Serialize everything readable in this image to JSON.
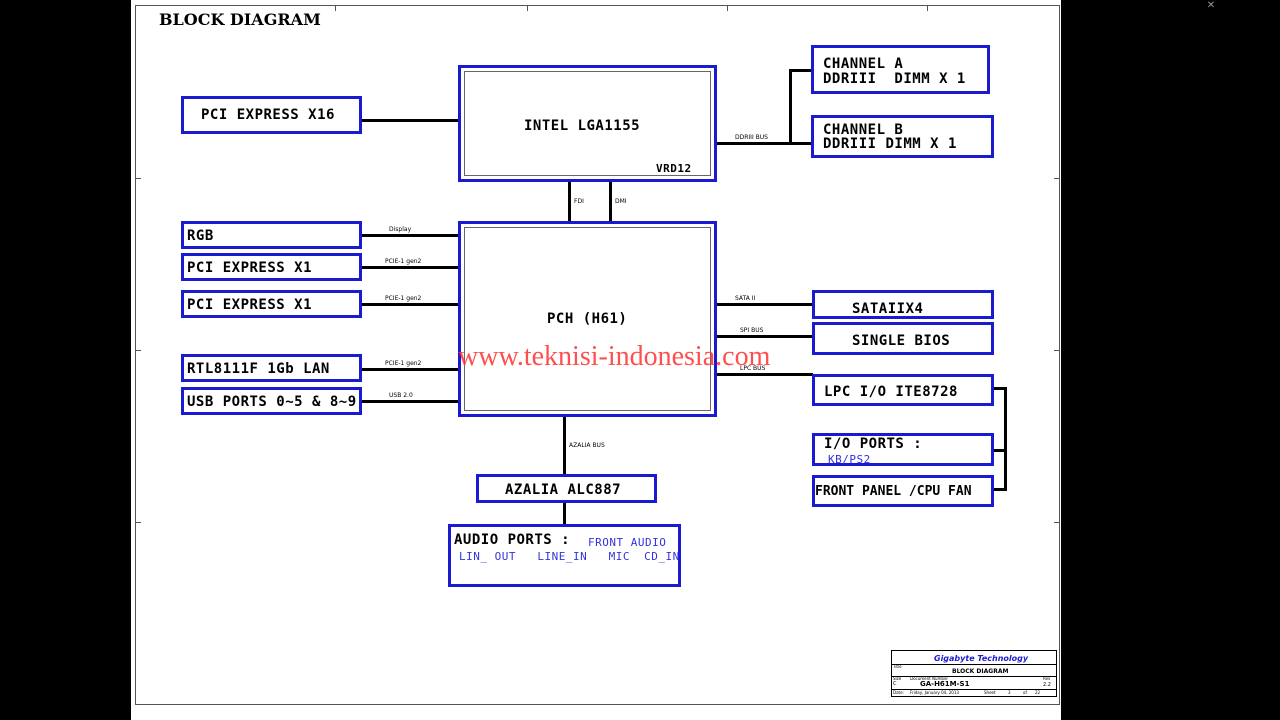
{
  "diagram": {
    "title": "BLOCK DIAGRAM",
    "watermark": "www.teknisi-indonesia.com",
    "cpu": {
      "label": "INTEL LGA1155",
      "sub": "VRD12"
    },
    "pch": {
      "label": "PCH (H61)"
    },
    "left_boxes": {
      "pcie16": "PCI EXPRESS X16",
      "rgb": "RGB",
      "pcie1a": "PCI EXPRESS X1",
      "pcie1b": "PCI EXPRESS X1",
      "lan": "RTL8111F 1Gb LAN",
      "usb": "USB PORTS 0~5 & 8~9"
    },
    "memory": {
      "chan_a_line1": "CHANNEL A",
      "chan_a_line2": "DDRIII  DIMM X 1",
      "chan_b_line1": "CHANNEL B",
      "chan_b_line2": "DDRIII DIMM X 1"
    },
    "right_boxes": {
      "sata": "SATAIIX4",
      "bios": "SINGLE BIOS",
      "lpc": "LPC I/O ITE8728",
      "io_title": "I/O PORTS :",
      "io_sub": "KB/PS2",
      "front": "FRONT PANEL /CPU FAN"
    },
    "azalia": "AZALIA ALC887",
    "audio": {
      "title": "AUDIO PORTS :",
      "front": "FRONT AUDIO",
      "ports": "LIN_ OUT   LINE_IN   MIC  CD_IN"
    },
    "buses": {
      "ddr": "DDRIII BUS",
      "fdi": "FDI",
      "dmi": "DMI",
      "display": "Display",
      "pcie_a": "PCIE-1 gen2",
      "pcie_b": "PCIE-1 gen2",
      "pcie_c": "PCIE-1 gen2",
      "usb2": "USB 2.0",
      "sata2": "SATA II",
      "spi": "SPI BUS",
      "lpc": "LPC BUS",
      "azalia": "AZALIA BUS"
    },
    "titleblock": {
      "company": "Gigabyte Technology",
      "title_label": "Title",
      "title": "BLOCK DIAGRAM",
      "size_label": "Size",
      "size": "C",
      "docnum_label": "Document Number",
      "docnum": "GA-H61M-S1",
      "rev_label": "Rev",
      "rev": "2.2",
      "date_label": "Date:",
      "date": "Friday, January 04, 2013",
      "sheet_label": "Sheet",
      "sheet": "3",
      "of_label": "of",
      "of": "22"
    }
  },
  "window": {
    "close_glyph": "✕"
  }
}
